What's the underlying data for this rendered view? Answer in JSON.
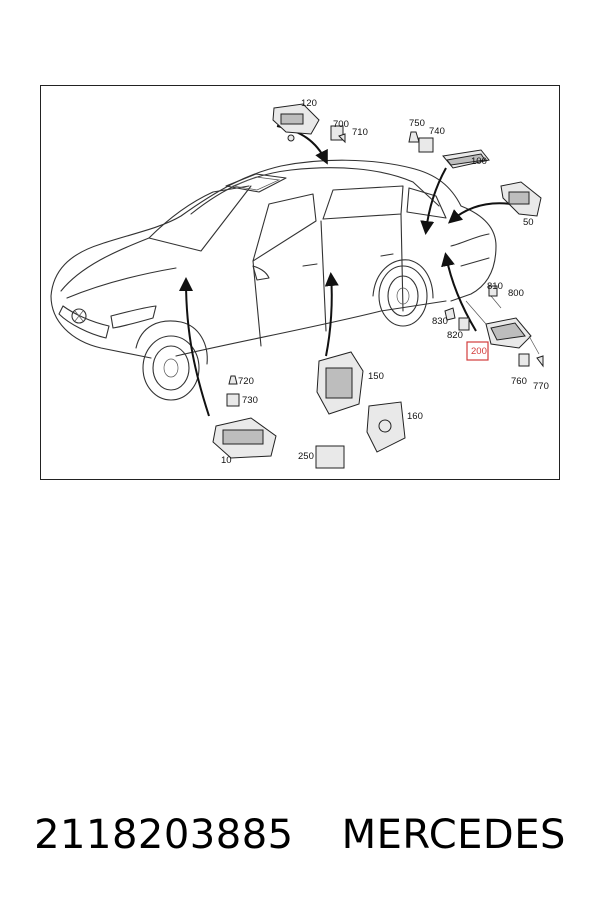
{
  "labels": {
    "p10": "10",
    "p50": "50",
    "p100": "100",
    "p120": "120",
    "p150": "150",
    "p160": "160",
    "p200": "200",
    "p250": "250",
    "p700": "700",
    "p710": "710",
    "p720": "720",
    "p730": "730",
    "p740": "740",
    "p750": "750",
    "p760": "760",
    "p770": "770",
    "p800": "800",
    "p810": "810",
    "p820": "820",
    "p830": "830"
  },
  "highlight_color": "#d23c3c",
  "caption": {
    "part_number": "2118203885",
    "brand": "MERCEDES"
  }
}
